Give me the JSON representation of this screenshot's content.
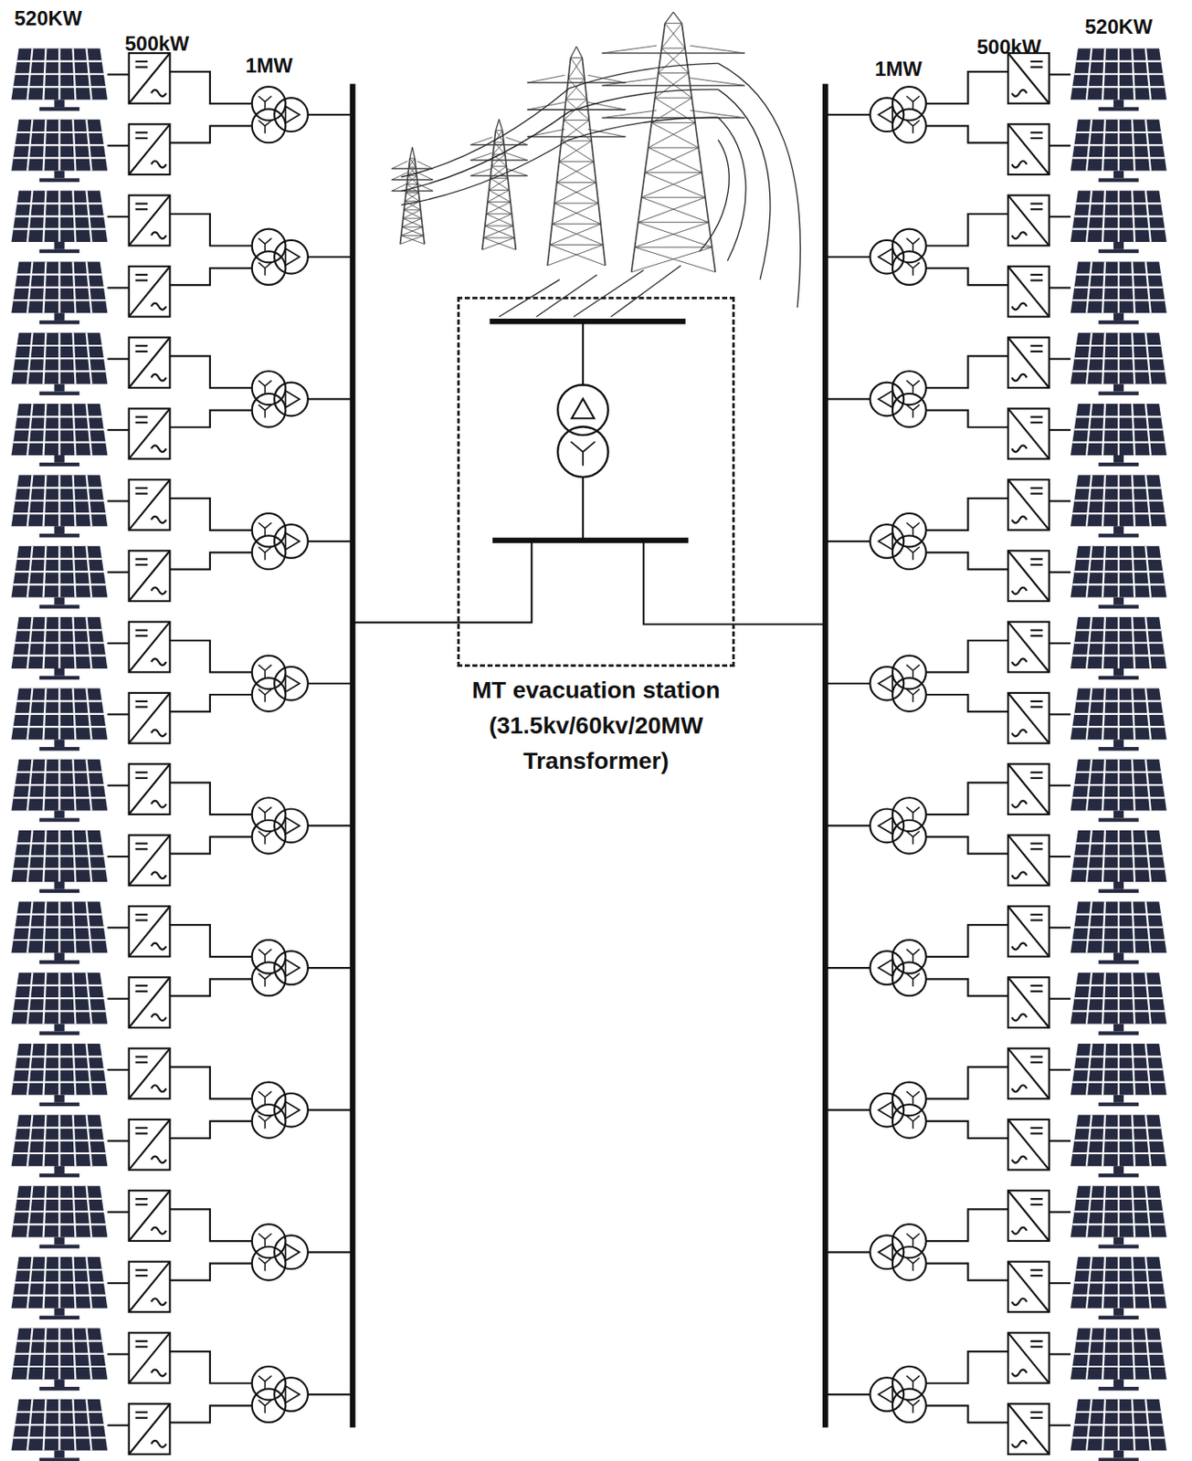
{
  "diagram": {
    "nodes": [
      {
        "text": [
          "MT evacuation station (31.5kv/60kv/20MW Transformer)"
        ]
      }
    ],
    "labels": [
      "520KW",
      "500kW",
      "1MW",
      "1MW",
      "500kW",
      "520KW"
    ]
  }
}
